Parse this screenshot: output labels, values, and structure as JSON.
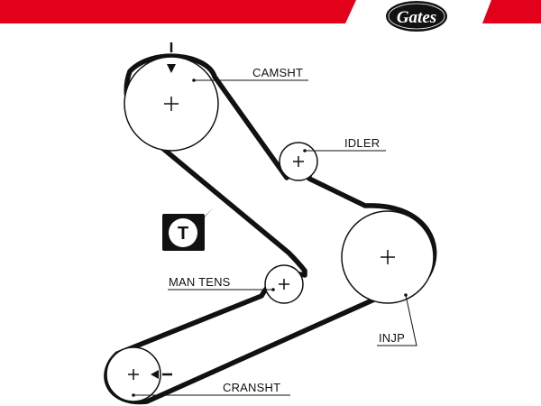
{
  "brand": {
    "logo_text": "Gates",
    "accent_color": "#e2001a"
  },
  "labels": {
    "camshaft": "CAMSHT",
    "idler": "IDLER",
    "manual_tensioner": "MAN TENS",
    "injection_pump": "INJP",
    "crankshaft": "CRANSHT"
  },
  "tension_marker": "T",
  "colors": {
    "belt": "#111111",
    "pulley_stroke": "#111111",
    "background": "#ffffff"
  }
}
